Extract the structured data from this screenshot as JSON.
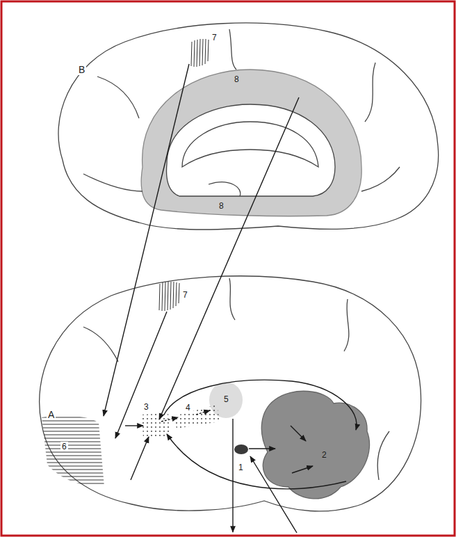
{
  "diagram": {
    "labels": [
      "B",
      "7",
      "8",
      "8",
      "7",
      "A",
      "6",
      "3",
      "4",
      "5",
      "1",
      "2"
    ]
  }
}
